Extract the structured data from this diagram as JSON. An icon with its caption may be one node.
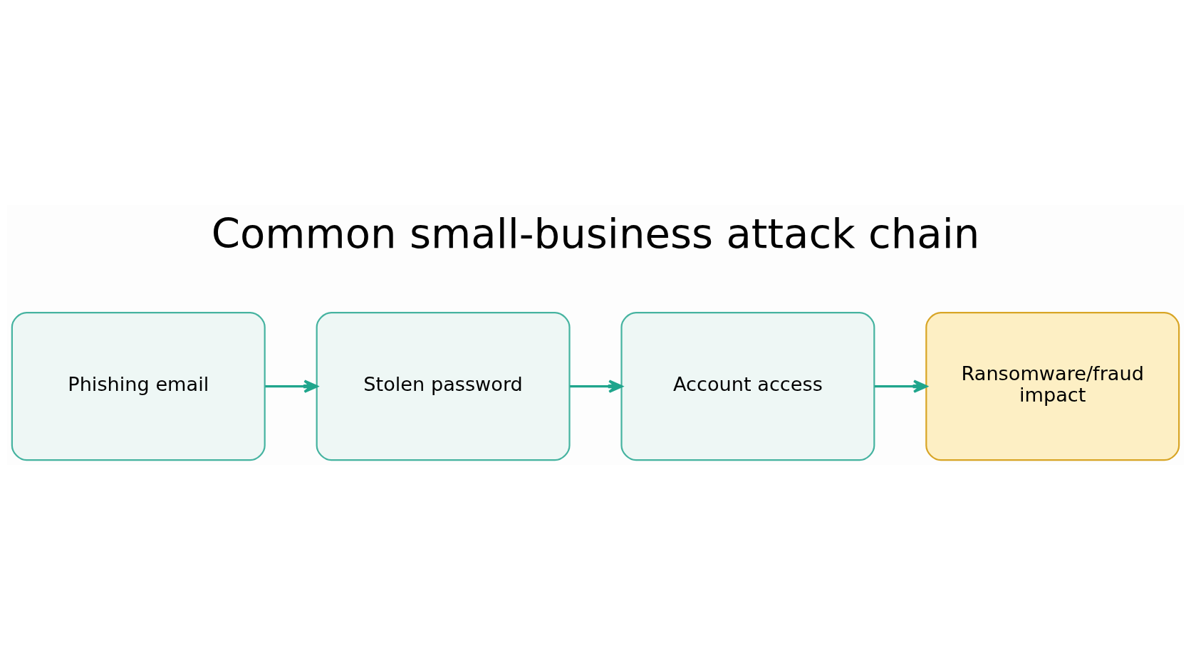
{
  "diagram": {
    "title": "Common small-business attack chain",
    "nodes": [
      {
        "text": [
          "Phishing email"
        ]
      },
      {
        "text": [
          "Stolen password"
        ]
      },
      {
        "text": [
          "Account access"
        ]
      },
      {
        "text": [
          "Ransomware/fraud impact"
        ]
      }
    ],
    "edges": [
      {
        "from": 0,
        "to": 1,
        "arrow": "to"
      },
      {
        "from": 1,
        "to": 2,
        "arrow": "to"
      },
      {
        "from": 2,
        "to": 3,
        "arrow": "to"
      }
    ]
  }
}
